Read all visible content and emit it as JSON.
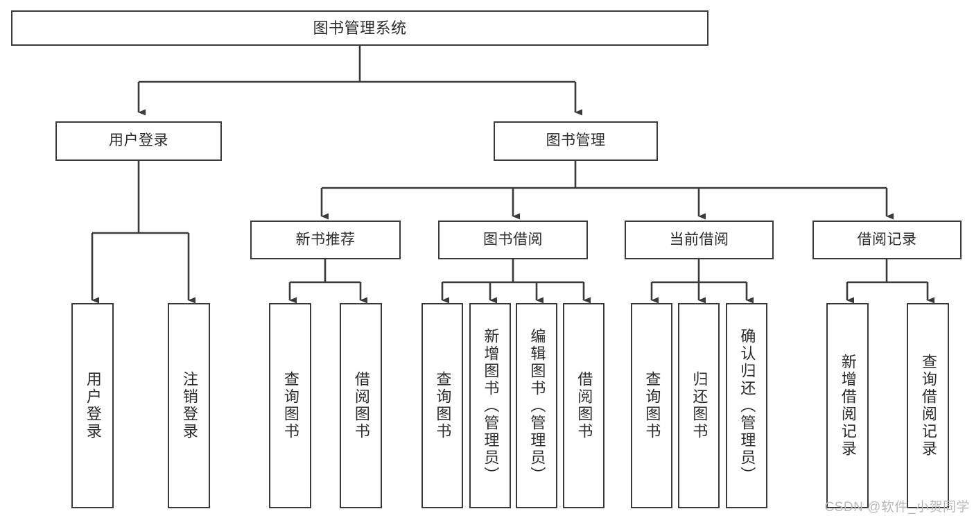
{
  "diagram": {
    "title": "图书管理系统",
    "type": "tree",
    "colors": {
      "stroke": "#3a3a3a",
      "text": "#2b2b2b",
      "background": "#ffffff",
      "watermark": "#b9b9b9"
    },
    "root": {
      "label": "图书管理系统"
    },
    "level2": [
      {
        "label": "用户登录"
      },
      {
        "label": "图书管理"
      }
    ],
    "level3": [
      {
        "label": "新书推荐"
      },
      {
        "label": "图书借阅"
      },
      {
        "label": "当前借阅"
      },
      {
        "label": "借阅记录"
      }
    ],
    "leaves": {
      "user_login": [
        {
          "label": "用户登录"
        },
        {
          "label": "注销登录"
        }
      ],
      "new_book": [
        {
          "label": "查询图书"
        },
        {
          "label": "借阅图书"
        }
      ],
      "book_borrow": [
        {
          "label": "查询图书"
        },
        {
          "label": "新增图书（管理员）"
        },
        {
          "label": "编辑图书（管理员）"
        },
        {
          "label": "借阅图书"
        }
      ],
      "current_borrow": [
        {
          "label": "查询图书"
        },
        {
          "label": "归还图书"
        },
        {
          "label": "确认归还（管理员）"
        }
      ],
      "borrow_record": [
        {
          "label": "新增借阅记录"
        },
        {
          "label": "查询借阅记录"
        }
      ]
    }
  },
  "watermark": {
    "text": "CSDN @软件_小贺同学"
  }
}
